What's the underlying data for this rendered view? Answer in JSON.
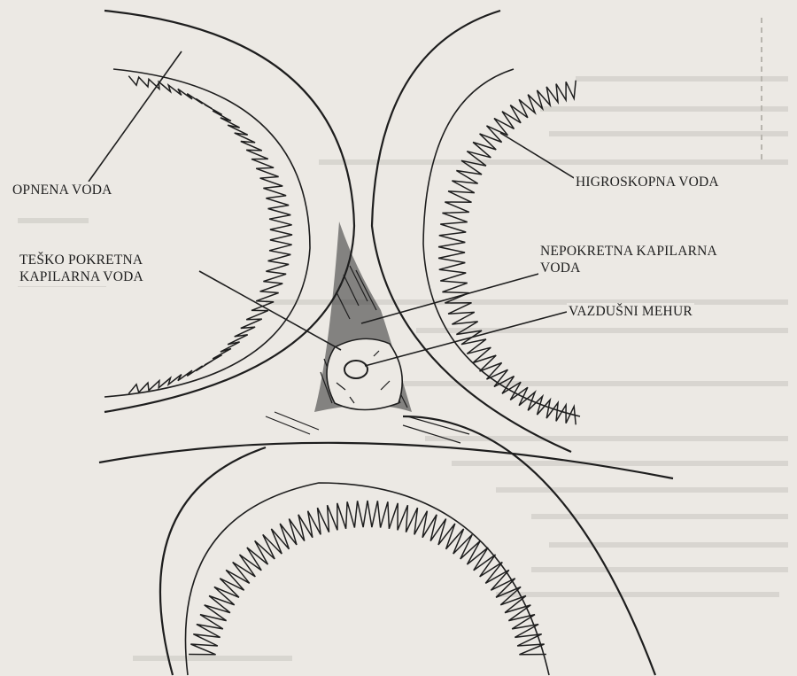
{
  "labels": {
    "film_water": "OPNENA VODA",
    "hygroscopic_water": "HIGROSKOPNA VODA",
    "hardly_mobile_capillary_line1": "TEŠKO POKRETNA",
    "hardly_mobile_capillary_line2": "KAPILARNA VODA",
    "immobile_capillary_line1": "NEPOKRETNA KAPILARNA",
    "immobile_capillary_line2": "VODA",
    "air_bubble": "VAZDUŠNI MEHUR"
  },
  "colors": {
    "ink": "#1e1e1e",
    "paper": "#ece9e4"
  }
}
